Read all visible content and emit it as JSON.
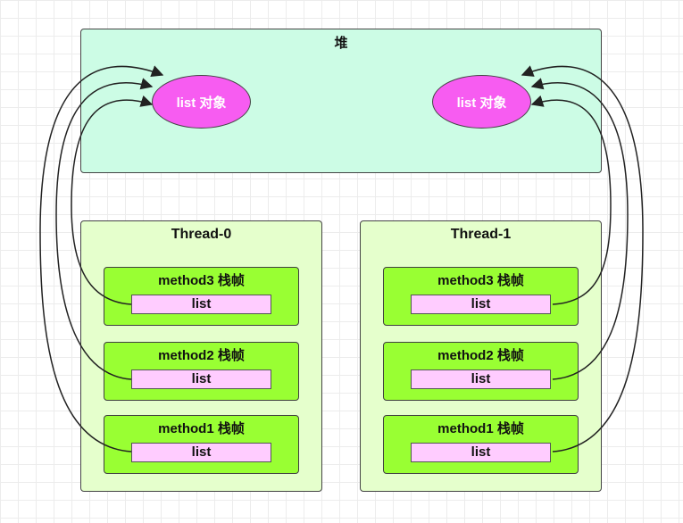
{
  "heap": {
    "label": "堆",
    "objects": [
      {
        "label": "list 对象"
      },
      {
        "label": "list 对象"
      }
    ]
  },
  "threads": [
    {
      "label": "Thread-0",
      "frames": [
        {
          "label": "method3 栈帧",
          "var": "list"
        },
        {
          "label": "method2 栈帧",
          "var": "list"
        },
        {
          "label": "method1 栈帧",
          "var": "list"
        }
      ]
    },
    {
      "label": "Thread-1",
      "frames": [
        {
          "label": "method3 栈帧",
          "var": "list"
        },
        {
          "label": "method2 栈帧",
          "var": "list"
        },
        {
          "label": "method1 栈帧",
          "var": "list"
        }
      ]
    }
  ],
  "colors": {
    "heap_fill": "#ccfce5",
    "thread_fill": "#e5ffcc",
    "frame_fill": "#99ff33",
    "var_fill": "#ffccff",
    "object_fill": "#f75cf1"
  }
}
